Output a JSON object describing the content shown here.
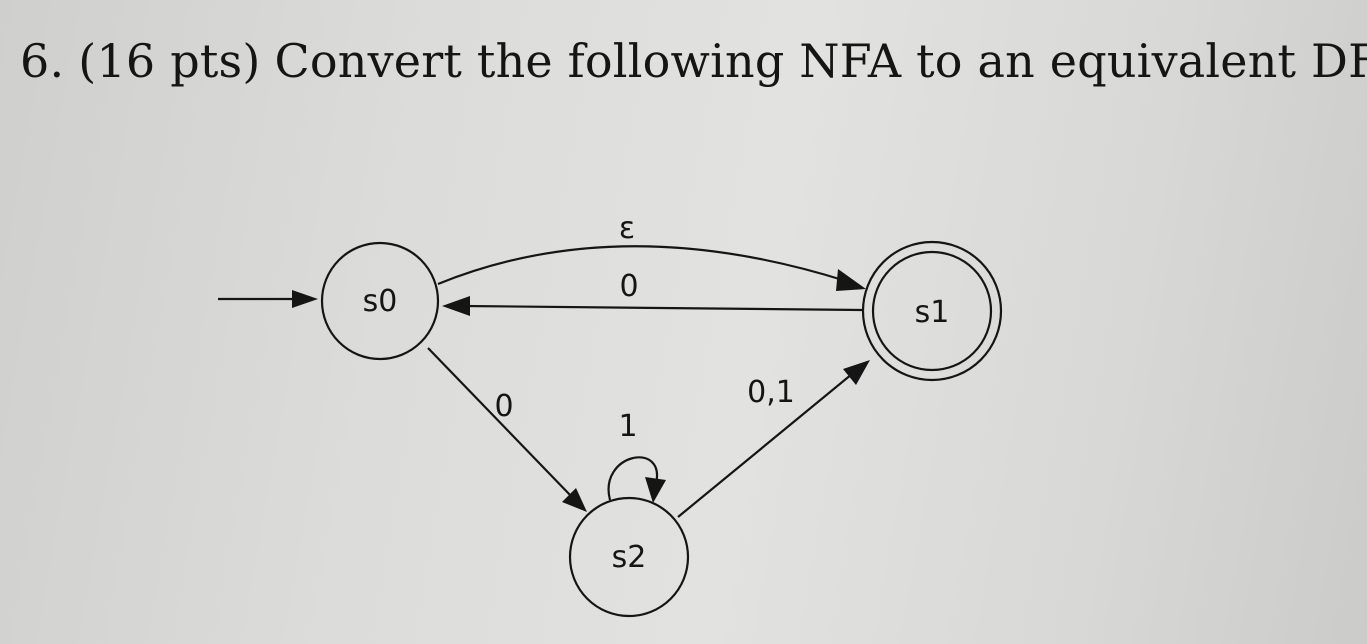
{
  "question": {
    "number": "6.",
    "points": "(16 pts)",
    "text": "Convert the following NFA to an equivalent DFA:"
  },
  "nfa": {
    "states": [
      {
        "id": "s0",
        "label": "s0",
        "start": true,
        "accept": false
      },
      {
        "id": "s1",
        "label": "s1",
        "start": false,
        "accept": true
      },
      {
        "id": "s2",
        "label": "s2",
        "start": false,
        "accept": false
      }
    ],
    "transitions": [
      {
        "from": "s0",
        "to": "s1",
        "label": "ε"
      },
      {
        "from": "s1",
        "to": "s0",
        "label": "0"
      },
      {
        "from": "s0",
        "to": "s2",
        "label": "0"
      },
      {
        "from": "s2",
        "to": "s2",
        "label": "1"
      },
      {
        "from": "s2",
        "to": "s1",
        "label": "0,1"
      }
    ]
  }
}
